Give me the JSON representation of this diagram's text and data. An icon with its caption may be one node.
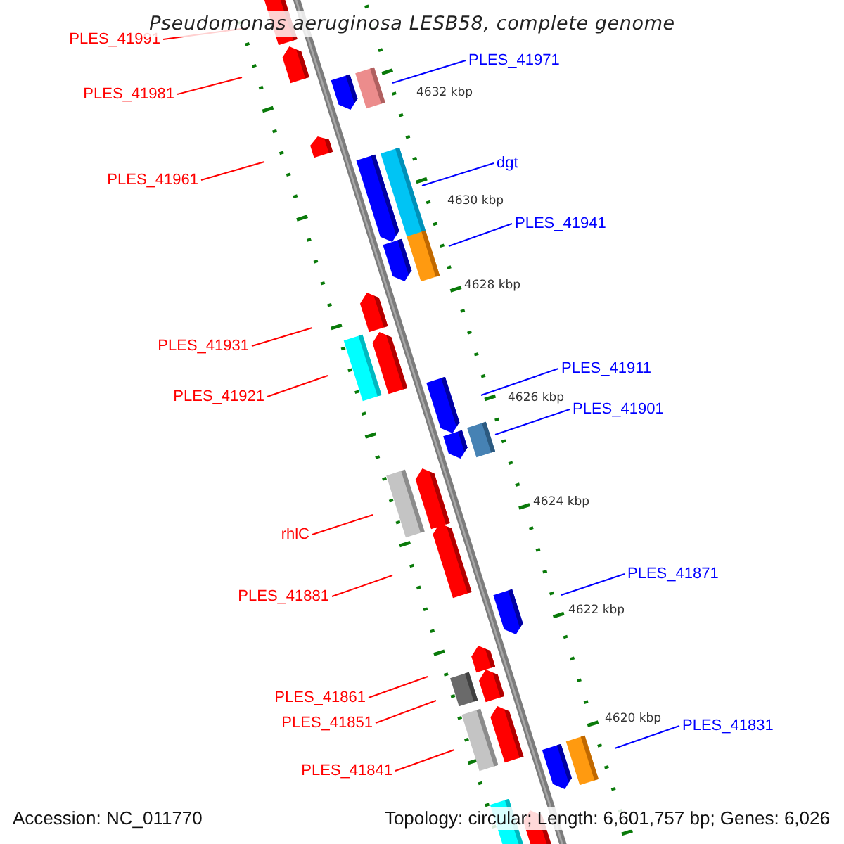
{
  "diagram": {
    "title": "Pseudomonas aeruginosa LESB58, complete genome",
    "nodes": [
      {
        "text": [
          "PLES_41991"
        ]
      },
      {
        "text": [
          "PLES_41971"
        ]
      },
      {
        "text": [
          "PLES_41981"
        ]
      },
      {
        "text": [
          "dgt"
        ]
      },
      {
        "text": [
          "PLES_41961"
        ]
      },
      {
        "text": [
          "PLES_41941"
        ]
      },
      {
        "text": [
          "PLES_41931"
        ]
      },
      {
        "text": [
          "PLES_41911"
        ]
      },
      {
        "text": [
          "PLES_41921"
        ]
      },
      {
        "text": [
          "PLES_41901"
        ]
      },
      {
        "text": [
          "rhlC"
        ]
      },
      {
        "text": [
          "PLES_41871"
        ]
      },
      {
        "text": [
          "PLES_41881"
        ]
      },
      {
        "text": [
          "PLES_41861"
        ]
      },
      {
        "text": [
          "PLES_41851"
        ]
      },
      {
        "text": [
          "PLES_41831"
        ]
      },
      {
        "text": [
          "PLES_41841"
        ]
      }
    ],
    "edges": [
      {
        "from": 0,
        "to": null,
        "arrow": "none"
      },
      {
        "from": 1,
        "to": null,
        "arrow": "none",
        "color": "#0000ff"
      },
      {
        "from": 2,
        "to": null,
        "arrow": "none"
      },
      {
        "from": 3,
        "to": null,
        "arrow": "none",
        "color": "#0000ff"
      },
      {
        "from": 4,
        "to": null,
        "arrow": "none"
      },
      {
        "from": 5,
        "to": null,
        "arrow": "none",
        "color": "#0000ff"
      },
      {
        "from": 6,
        "to": null,
        "arrow": "none"
      },
      {
        "from": 7,
        "to": null,
        "arrow": "none",
        "color": "#0000ff"
      },
      {
        "from": 8,
        "to": null,
        "arrow": "none"
      },
      {
        "from": 9,
        "to": null,
        "arrow": "none",
        "color": "#0000ff"
      },
      {
        "from": 10,
        "to": null,
        "arrow": "none"
      },
      {
        "from": 11,
        "to": null,
        "arrow": "none",
        "color": "#0000ff"
      },
      {
        "from": 12,
        "to": null,
        "arrow": "none"
      },
      {
        "from": 13,
        "to": null,
        "arrow": "none"
      },
      {
        "from": 14,
        "to": null,
        "arrow": "none"
      },
      {
        "from": 15,
        "to": null,
        "arrow": "none",
        "color": "#0000ff"
      },
      {
        "from": 16,
        "to": null,
        "arrow": "none"
      }
    ],
    "labels": [
      "4632 kbp",
      "4630 kbp",
      "4628 kbp",
      "4626 kbp",
      "4624 kbp",
      "4622 kbp",
      "4620 kbp",
      "Accession: NC_011770",
      "Topology: circular; Length: 6,601,757 bp; Genes: 6,026"
    ]
  }
}
